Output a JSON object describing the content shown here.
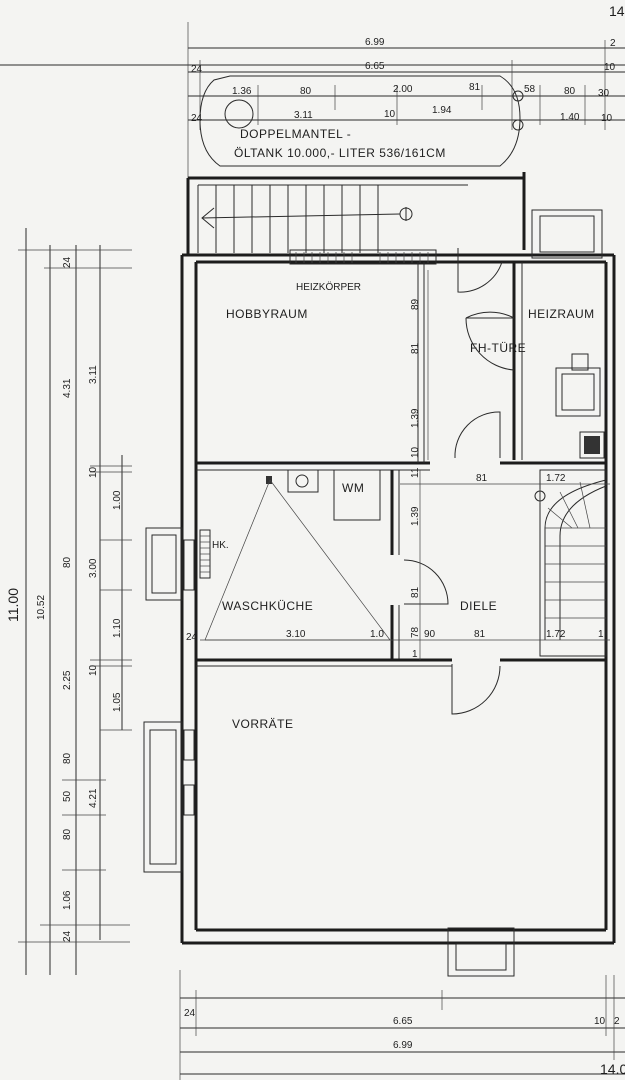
{
  "rooms": {
    "hobbyraum": "HOBBYRAUM",
    "heizraum": "HEIZRAUM",
    "fh_tuere": "FH-TÜRE",
    "wm": "WM",
    "waschkueche": "WASCHKÜCHE",
    "diele": "DIELE",
    "vorraete": "VORRÄTE",
    "heizkoerper": "HEIZKÖRPER",
    "hk": "HK."
  },
  "tank_note": {
    "line1": "DOPPELMANTEL -",
    "line2": "ÖLTANK 10.000,- LITER  536/161CM"
  },
  "top_dims": {
    "overall": "6.99",
    "inner": "6.65",
    "a24": "24",
    "a136": "1.36",
    "a80": "80",
    "a200": "2.00",
    "a81": "81",
    "a58": "58",
    "a80b": "80",
    "a30": "30",
    "a311": "3.11",
    "a10": "10",
    "a194": "1.94",
    "a140": "1.40",
    "a10r": "10",
    "a2": "2",
    "a10b": "10",
    "corner": "14"
  },
  "left_dims": {
    "total": "11.00",
    "total2": "10.52",
    "d431": "4.31",
    "d311": "3.11",
    "d24": "24",
    "d10": "10",
    "d100": "1.00",
    "d80a": "80",
    "d300": "3.00",
    "d110": "1.10",
    "d225": "2.25",
    "d10b": "10",
    "d105": "1.05",
    "d80b": "80",
    "d50": "50",
    "d421": "4.21",
    "d80c": "80",
    "d106": "1.06",
    "d24b": "24"
  },
  "interior_dims": {
    "v89": "89",
    "v81": "81",
    "v139": "1.39",
    "v10": "10",
    "v11": "11",
    "v139b": "1.39",
    "v81b": "81",
    "v78": "78",
    "h81a": "81",
    "h172a": "1.72",
    "h310": "3.10",
    "h10": "1.0",
    "h90": "90",
    "h81b": "81",
    "h172b": "1.72",
    "h1": "1",
    "h24": "24",
    "h1b": "1"
  },
  "bottom_dims": {
    "b24": "24",
    "b665": "6.65",
    "b699": "6.99",
    "b10": "10",
    "b2": "2",
    "corner": "14.0"
  }
}
